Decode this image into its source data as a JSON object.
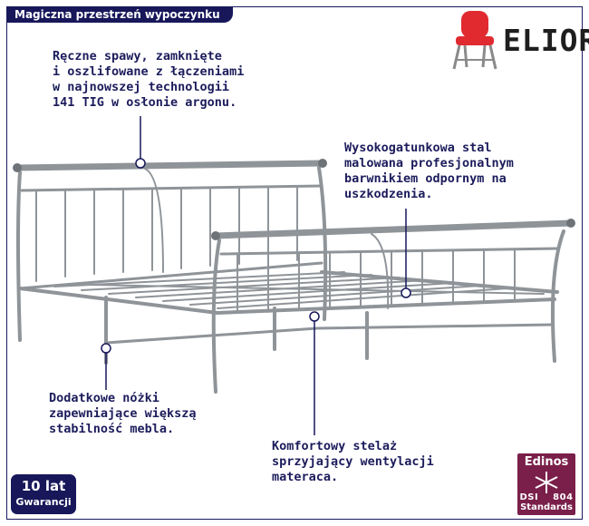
{
  "header": {
    "title": "Magiczna przestrzeń wypoczynku"
  },
  "brand": {
    "name": "ELIOR",
    "icon": "red-chair-icon",
    "seat_color": "#e02a2f"
  },
  "callouts": {
    "welds": "Ręczne spawy, zamknięte\ni oszlifowane z łączeniami\nw najnowszej technologii\n141 TIG w osłonie argonu.",
    "steel": "Wysokogatunkowa stal\nmalowana profesjonalnym\nbarwnikiem odpornym na\nuszkodzenia.",
    "legs": "Dodatkowe nóżki\nzapewniające większą\nstabilność mebla.",
    "slats": "Komfortowy stelaż\nsprzyjający wentylacji\nmateraca."
  },
  "badges": {
    "warranty_years": "10 lat",
    "warranty_label": "Gwarancji",
    "cert_name": "Edinos",
    "cert_code_left": "DSI",
    "cert_code_right": "804",
    "cert_label": "Standards"
  },
  "colors": {
    "accent": "#17175a",
    "bed_frame": "#8f9499",
    "cert_badge": "#7a1f4a"
  }
}
